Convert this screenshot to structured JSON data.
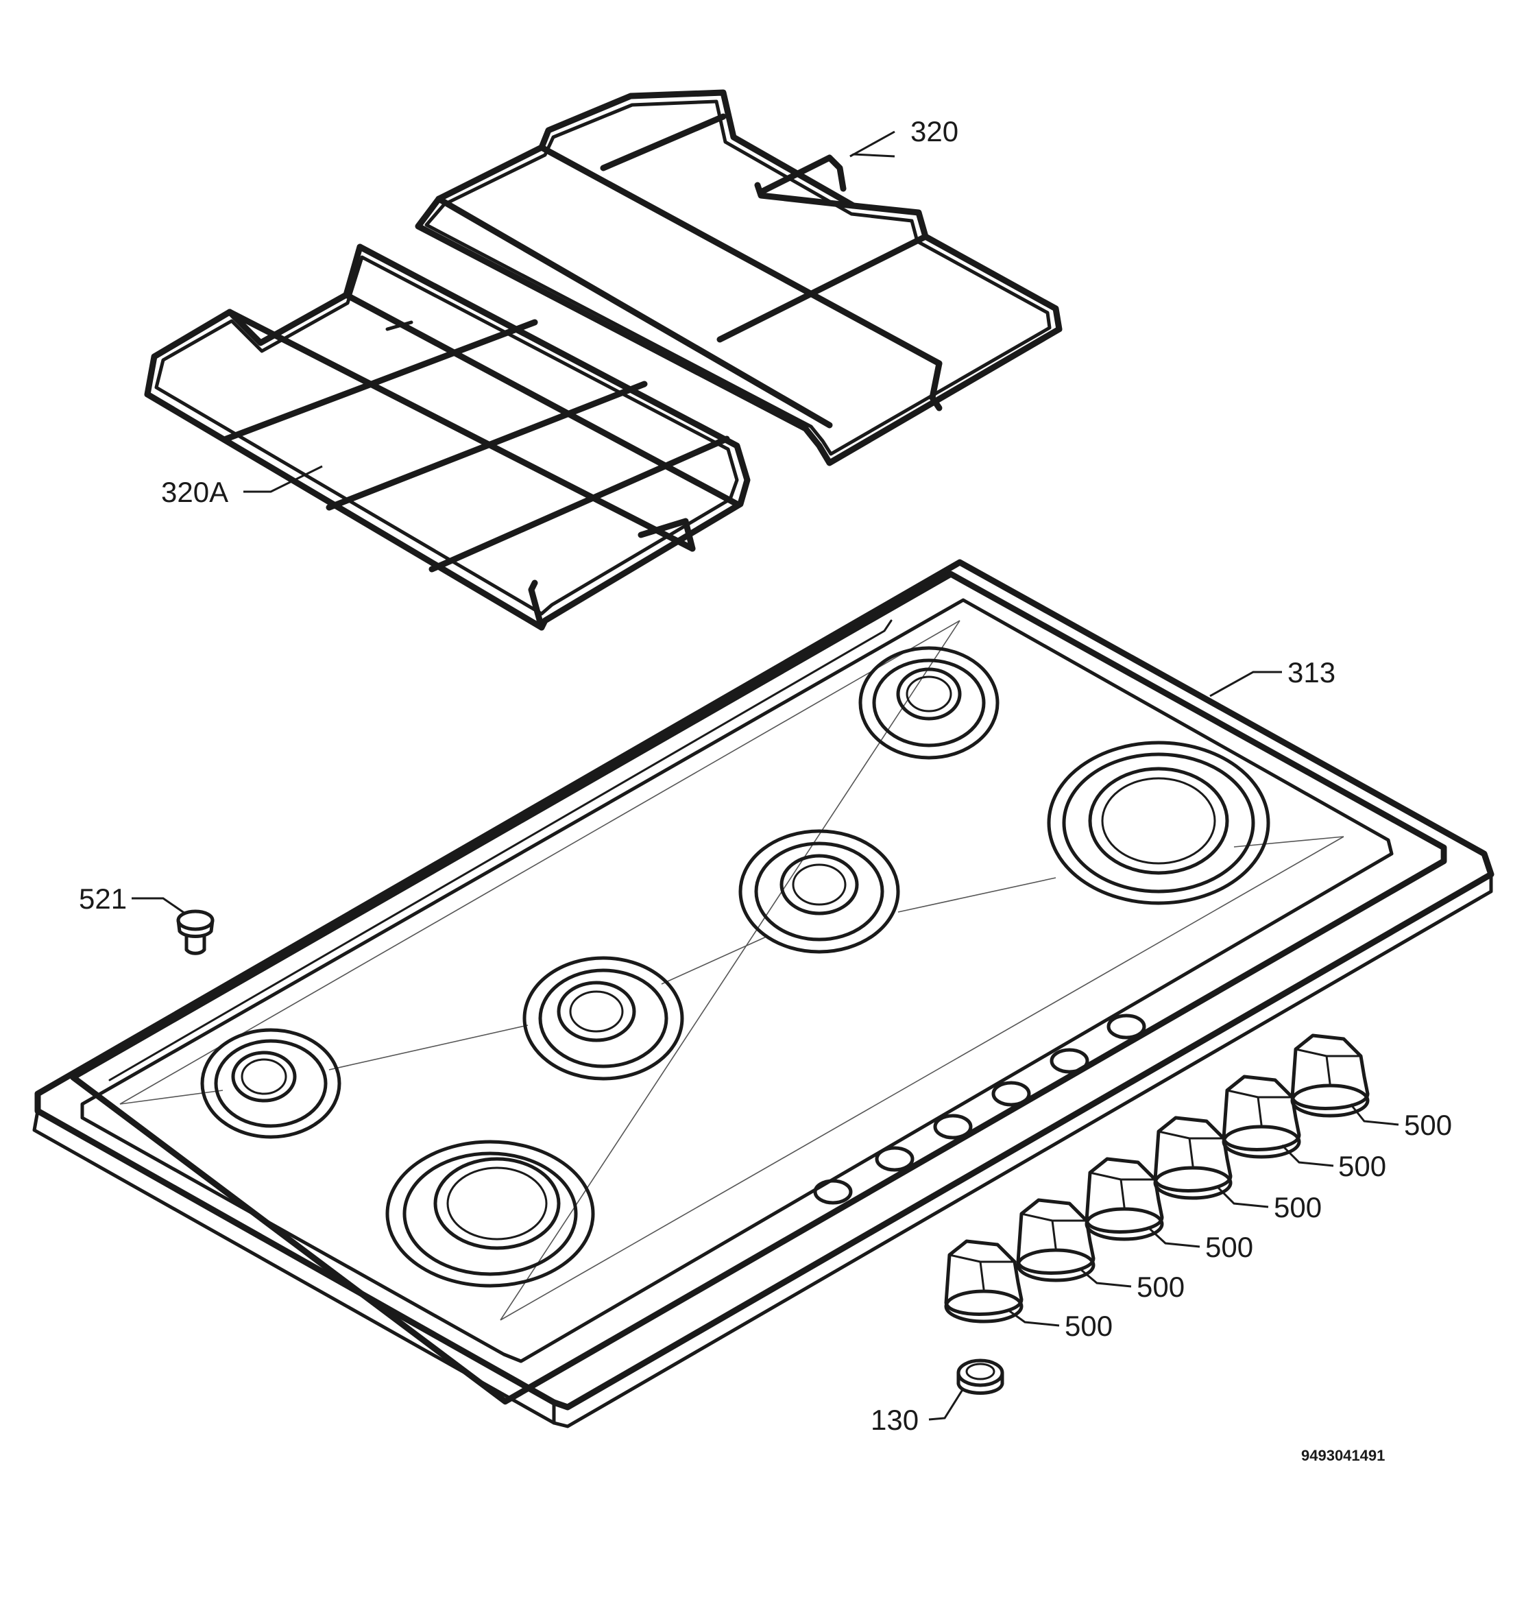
{
  "callouts": {
    "pan_support_right": "320",
    "pan_support_left": "320A",
    "hob_top": "313",
    "screw": "521",
    "knobs": [
      "500",
      "500",
      "500",
      "500",
      "500",
      "500"
    ],
    "knob_ring": "130"
  },
  "document_number": "9493041491",
  "colors": {
    "line": "#1a1a1a",
    "background": "#ffffff"
  }
}
